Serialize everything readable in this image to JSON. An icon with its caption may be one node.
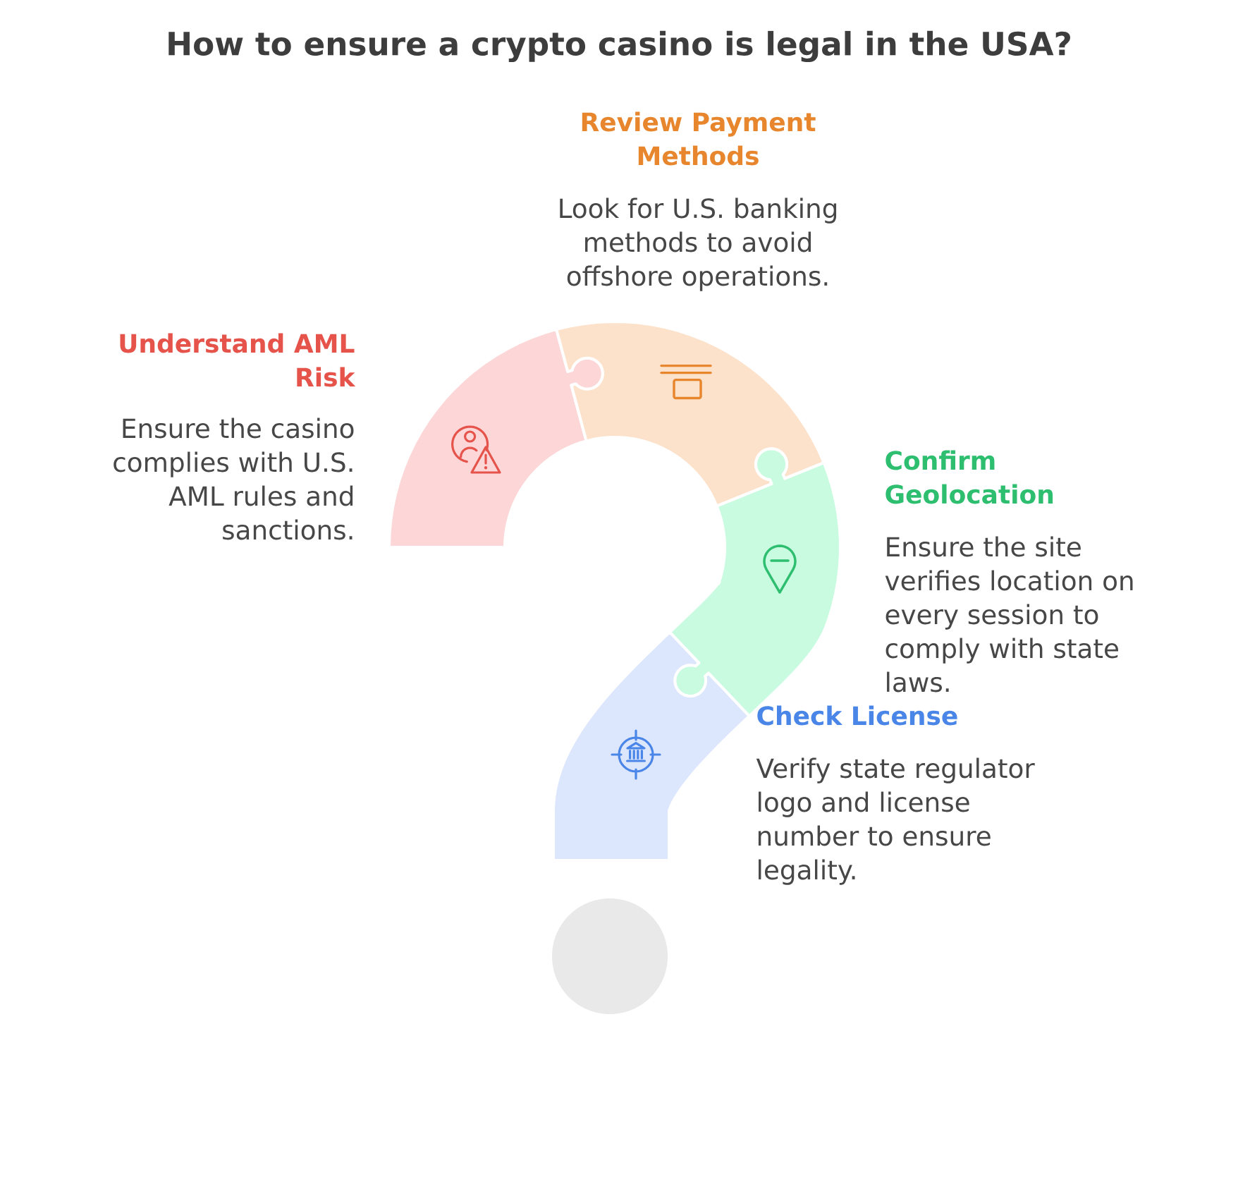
{
  "diagram": {
    "title": "How to ensure a crypto casino is legal in the USA?",
    "nodes": [
      {
        "text": [
          "Understand AML Risk",
          "Ensure the casino complies with U.S. AML rules and sanctions."
        ]
      },
      {
        "text": [
          "Review Payment Methods",
          "Look for U.S. banking methods to avoid offshore operations."
        ]
      },
      {
        "text": [
          "Confirm Geolocation",
          "Ensure the site verifies location on every session to comply with state laws."
        ]
      },
      {
        "text": [
          "Check License",
          "Verify state regulator logo and license number to ensure legality."
        ]
      },
      {
        "text": [],
        "shape": "circle"
      }
    ]
  }
}
